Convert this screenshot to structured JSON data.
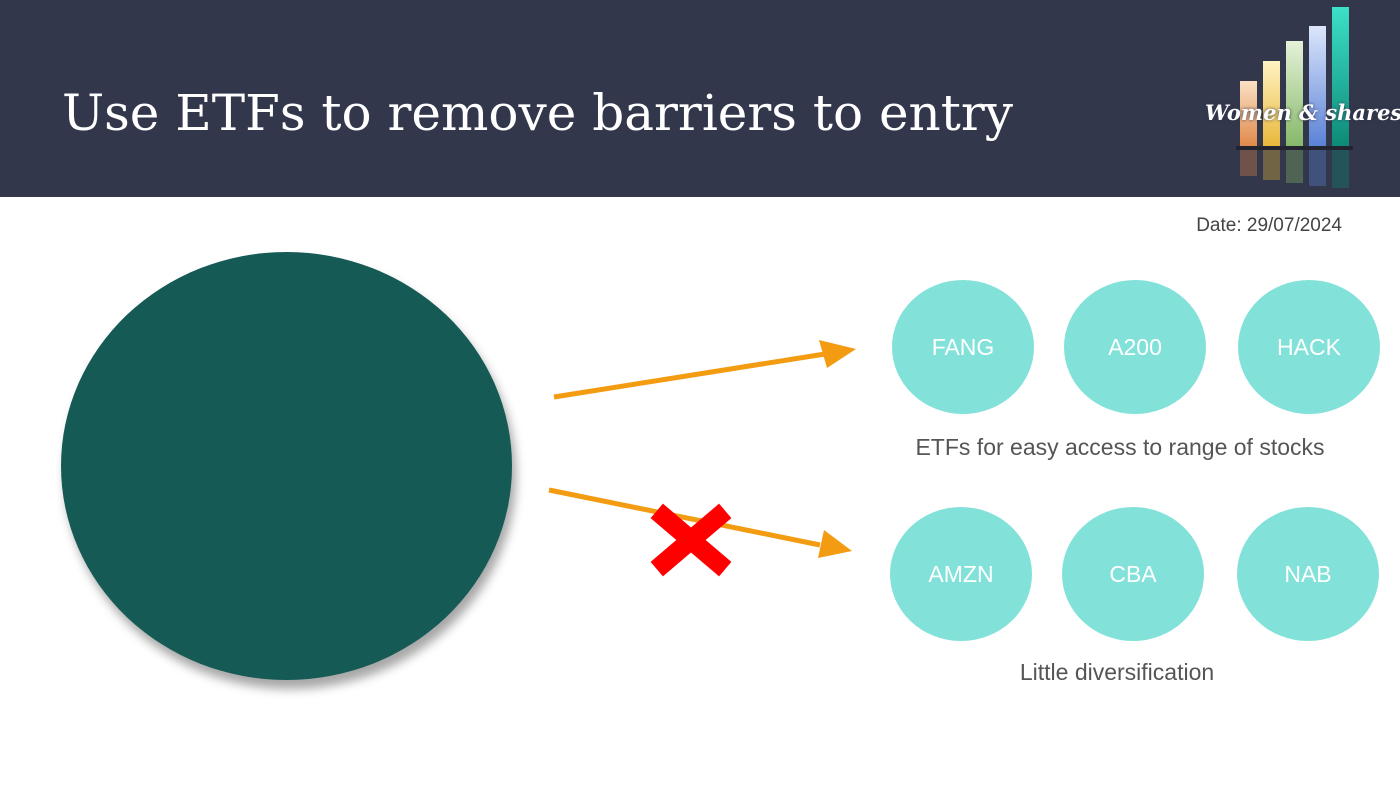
{
  "header": {
    "title": "Use ETFs to remove barriers to entry",
    "logo_text": "Women & shares"
  },
  "date_label": "Date: 29/07/2024",
  "etf_group": {
    "items": [
      "FANG",
      "A200",
      "HACK"
    ],
    "caption": "ETFs for easy access to range of stocks"
  },
  "stock_group": {
    "items": [
      "AMZN",
      "CBA",
      "NAB"
    ],
    "caption": "Little diversification"
  },
  "colors": {
    "header_bg": "#32374b",
    "big_circle": "#165a55",
    "bubble": "#82e2d9",
    "arrow": "#f39c12",
    "cross": "#ff0000"
  },
  "icons": {
    "cross": "cross-mark-icon",
    "arrow": "arrow-right-icon"
  }
}
